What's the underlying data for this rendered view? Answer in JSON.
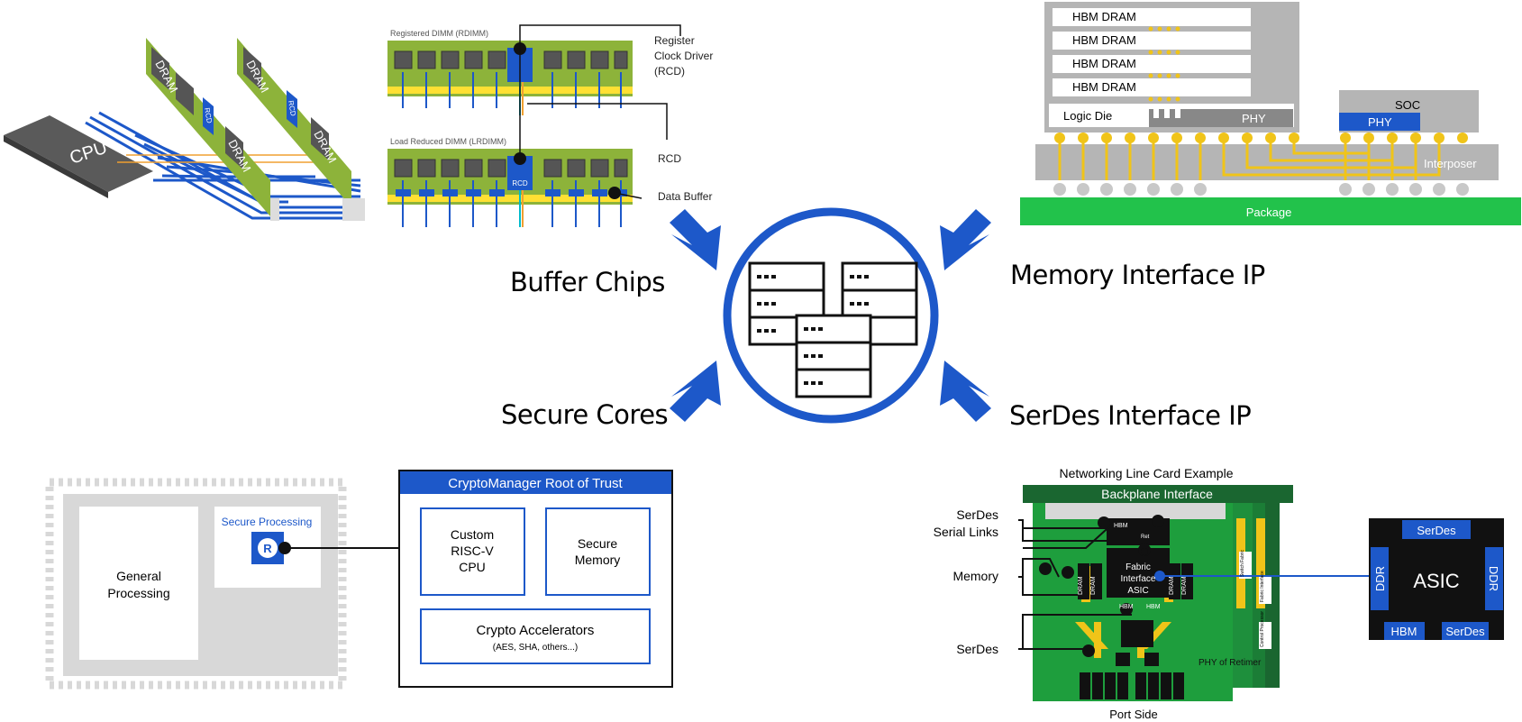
{
  "center": {
    "hub_icon": "server-stack-icon"
  },
  "categories": {
    "buffer_chips": "Buffer Chips",
    "memory_interface": "Memory Interface IP",
    "secure_cores": "Secure Cores",
    "serdes_interface": "SerDes Interface IP"
  },
  "colors": {
    "blue": "#1d58c9",
    "green": "#22b84a",
    "gray": "#b5b5b5",
    "yellow": "#f0c419",
    "pcb_green": "#1e9e3d",
    "dimm_green": "#8db33a"
  },
  "dimm": {
    "cpu_label": "CPU",
    "dram_label": "DRAM",
    "rcd_label": "RCD",
    "rdimm_title": "Registered DIMM (RDIMM)",
    "lrdimm_title": "Load Reduced DIMM (LRDIMM)",
    "rcd_callout": [
      "Register",
      "Clock Driver",
      "(RCD)"
    ],
    "rcd_short": "RCD",
    "data_buffer": "Data Buffer"
  },
  "hbm": {
    "dram_layers": [
      "HBM DRAM",
      "HBM DRAM",
      "HBM DRAM",
      "HBM DRAM"
    ],
    "logic_die": "Logic Die",
    "phy_left": "PHY",
    "soc": "SOC",
    "phy_right": "PHY",
    "interposer": "Interposer",
    "package": "Package"
  },
  "rot": {
    "general_processing": [
      "General",
      "Processing"
    ],
    "secure_processing": "Secure Processing",
    "r_logo": "R",
    "title": "CryptoManager Root of Trust",
    "cpu": [
      "Custom",
      "RISC-V",
      "CPU"
    ],
    "memory": [
      "Secure",
      "Memory"
    ],
    "crypto": "Crypto Accelerators",
    "crypto_sub": "(AES, SHA, others...)"
  },
  "linecard": {
    "title": "Networking Line Card Example",
    "backplane": "Backplane Interface",
    "serdes_links": [
      "SerDes",
      "Serial Links"
    ],
    "memory": "Memory",
    "serdes": "SerDes",
    "asic": [
      "Fabric",
      "Interface",
      "ASIC"
    ],
    "hbm_a": "HBM",
    "hbm_b": "HBM",
    "hbm_top": "HBM",
    "dram": "DRAM",
    "phy_retimer": "PHY of Retimer",
    "port_side": "Port Side",
    "switch_fabric": "Switch Fabric",
    "fabric_interface": "Fabric Interface",
    "control_processor": "Control Processor",
    "retimer_small": "Ret"
  },
  "asic_chip": {
    "label": "ASIC",
    "serdes_top": "SerDes",
    "ddr_left": "DDR",
    "ddr_right": "DDR",
    "hbm": "HBM",
    "serdes_bottom": "SerDes"
  }
}
